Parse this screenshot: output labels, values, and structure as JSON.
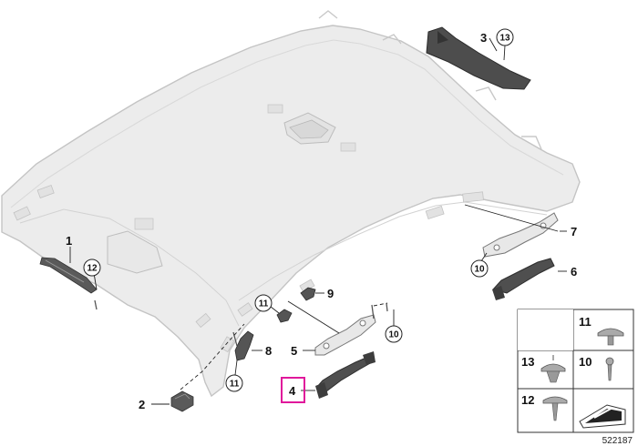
{
  "callouts": {
    "c1": "1",
    "c2": "2",
    "c3": "3",
    "c4": "4",
    "c5": "5",
    "c6": "6",
    "c7": "7",
    "c8": "8",
    "c9": "9",
    "c10a": "10",
    "c10b": "10",
    "c11a": "11",
    "c11b": "11",
    "c12": "12",
    "c13": "13"
  },
  "legend": {
    "n11": "11",
    "n13": "13",
    "n10": "10",
    "n12": "12"
  },
  "reference_number": "522187",
  "highlight_color": "#e0189b"
}
